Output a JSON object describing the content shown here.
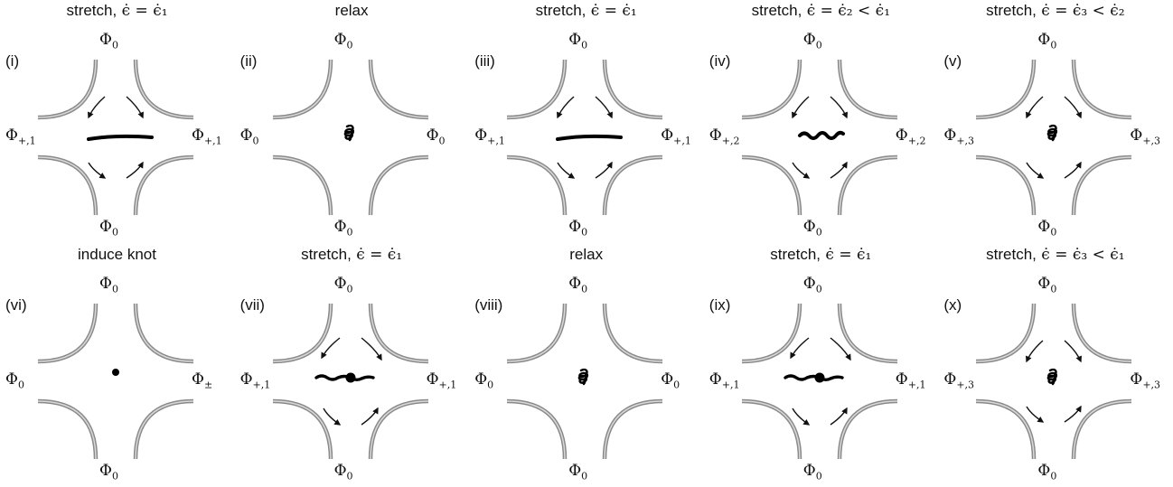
{
  "panels": [
    {
      "label": "(i)",
      "title_word": "stretch,",
      "title_math": " ϵ̇ = ϵ̇₁",
      "top": "Φ",
      "top_sub": "0",
      "bottom": "Φ",
      "bottom_sub": "0",
      "left": "Φ",
      "left_sub": "+,1",
      "right": "Φ",
      "right_sub": "+,1",
      "object": "rod",
      "arrows": "in"
    },
    {
      "label": "(ii)",
      "title_word": "relax",
      "title_math": "",
      "top": "Φ",
      "top_sub": "0",
      "bottom": "Φ",
      "bottom_sub": "0",
      "left": "Φ",
      "left_sub": "0",
      "right": "Φ",
      "right_sub": "0",
      "object": "coil",
      "arrows": "none"
    },
    {
      "label": "(iii)",
      "title_word": "stretch,",
      "title_math": " ϵ̇ = ϵ̇₁",
      "top": "Φ",
      "top_sub": "0",
      "bottom": "Φ",
      "bottom_sub": "0",
      "left": "Φ",
      "left_sub": "+,1",
      "right": "Φ",
      "right_sub": "+,1",
      "object": "rod",
      "arrows": "in"
    },
    {
      "label": "(iv)",
      "title_word": "stretch,",
      "title_math": " ϵ̇ = ϵ̇₂ < ϵ̇₁",
      "top": "Φ",
      "top_sub": "0",
      "bottom": "Φ",
      "bottom_sub": "0",
      "left": "Φ",
      "left_sub": "+,2",
      "right": "Φ",
      "right_sub": "+,2",
      "object": "wave",
      "arrows": "in"
    },
    {
      "label": "(v)",
      "title_word": "stretch,",
      "title_math": " ϵ̇ = ϵ̇₃ < ϵ̇₂",
      "top": "Φ",
      "top_sub": "0",
      "bottom": "Φ",
      "bottom_sub": "0",
      "left": "Φ",
      "left_sub": "+,3",
      "right": "Φ",
      "right_sub": "+,3",
      "object": "coil",
      "arrows": "in"
    },
    {
      "label": "(vi)",
      "title_word": "induce knot",
      "title_math": "",
      "top": "Φ",
      "top_sub": "0",
      "bottom": "Φ",
      "bottom_sub": "0",
      "left": "Φ",
      "left_sub": "0",
      "right": "Φ",
      "right_sub": "±",
      "object": "dot",
      "arrows": "none"
    },
    {
      "label": "(vii)",
      "title_word": "stretch,",
      "title_math": " ϵ̇ = ϵ̇₁",
      "top": "Φ",
      "top_sub": "0",
      "bottom": "Φ",
      "bottom_sub": "0",
      "left": "Φ",
      "left_sub": "+,1",
      "right": "Φ",
      "right_sub": "+,1",
      "object": "knotrod",
      "arrows": "out"
    },
    {
      "label": "(viii)",
      "title_word": "relax",
      "title_math": "",
      "top": "Φ",
      "top_sub": "0",
      "bottom": "Φ",
      "bottom_sub": "0",
      "left": "Φ",
      "left_sub": "0",
      "right": "Φ",
      "right_sub": "0",
      "object": "coil",
      "arrows": "none"
    },
    {
      "label": "(ix)",
      "title_word": "stretch,",
      "title_math": " ϵ̇ = ϵ̇₁",
      "top": "Φ",
      "top_sub": "0",
      "bottom": "Φ",
      "bottom_sub": "0",
      "left": "Φ",
      "left_sub": "+,1",
      "right": "Φ",
      "right_sub": "+,1",
      "object": "knotrod",
      "arrows": "out"
    },
    {
      "label": "(x)",
      "title_word": "stretch,",
      "title_math": " ϵ̇ = ϵ̇₃ < ϵ̇₁",
      "top": "Φ",
      "top_sub": "0",
      "bottom": "Φ",
      "bottom_sub": "0",
      "left": "Φ",
      "left_sub": "+,3",
      "right": "Φ",
      "right_sub": "+,3",
      "object": "coil",
      "arrows": "in"
    }
  ]
}
